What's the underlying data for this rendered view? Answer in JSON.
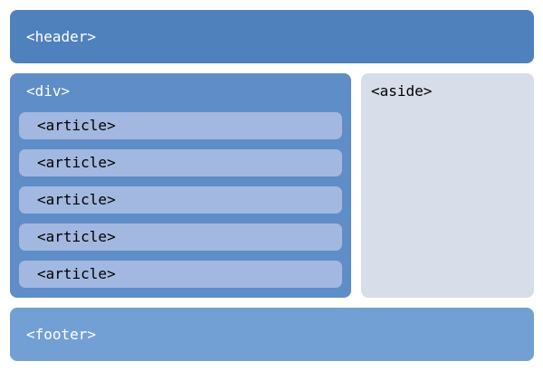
{
  "header": {
    "label": "<header>"
  },
  "div": {
    "label": "<div>",
    "articles": [
      {
        "label": "<article>"
      },
      {
        "label": "<article>"
      },
      {
        "label": "<article>"
      },
      {
        "label": "<article>"
      },
      {
        "label": "<article>"
      }
    ]
  },
  "aside": {
    "label": "<aside>"
  },
  "footer": {
    "label": "<footer>"
  },
  "colors": {
    "header": "#4f81bd",
    "div": "#5f8dc8",
    "article": "#a3b8e0",
    "aside": "#d7dde9",
    "footer": "#73a0d4"
  }
}
